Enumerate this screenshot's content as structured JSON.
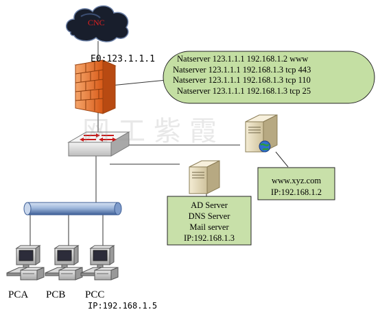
{
  "cloud": {
    "label": "CNC"
  },
  "firewall": {
    "interface_label": "E0:123.1.1.1"
  },
  "nat_rules": [
    "Natserver 123.1.1.1 192.168.1.2 www",
    "Natserver 123.1.1.1 192.168.1.3  tcp 443",
    "Natserver 123.1.1.1 192.168.1.3  tcp 110",
    "Natserver 123.1.1.1 192.168.1.3  tcp 25"
  ],
  "watermark": "网工紫霞",
  "web_server": {
    "lines": [
      "www.xyz.com",
      "IP:192.168.1.2"
    ]
  },
  "internal_server": {
    "lines": [
      "AD Server",
      "DNS Server",
      "Mail server",
      "IP:192.168.1.3"
    ]
  },
  "pcs": [
    {
      "label": "PCA"
    },
    {
      "label": "PCB"
    },
    {
      "label": "PCC"
    }
  ],
  "pcc_ip": "IP:192.168.1.5",
  "colors": {
    "nat_fill": "#c4dfa3",
    "box_fill": "#c8e0a9",
    "firewall": "#e8732a",
    "cloud": "#1a2030",
    "cnc_text": "#e02020"
  }
}
